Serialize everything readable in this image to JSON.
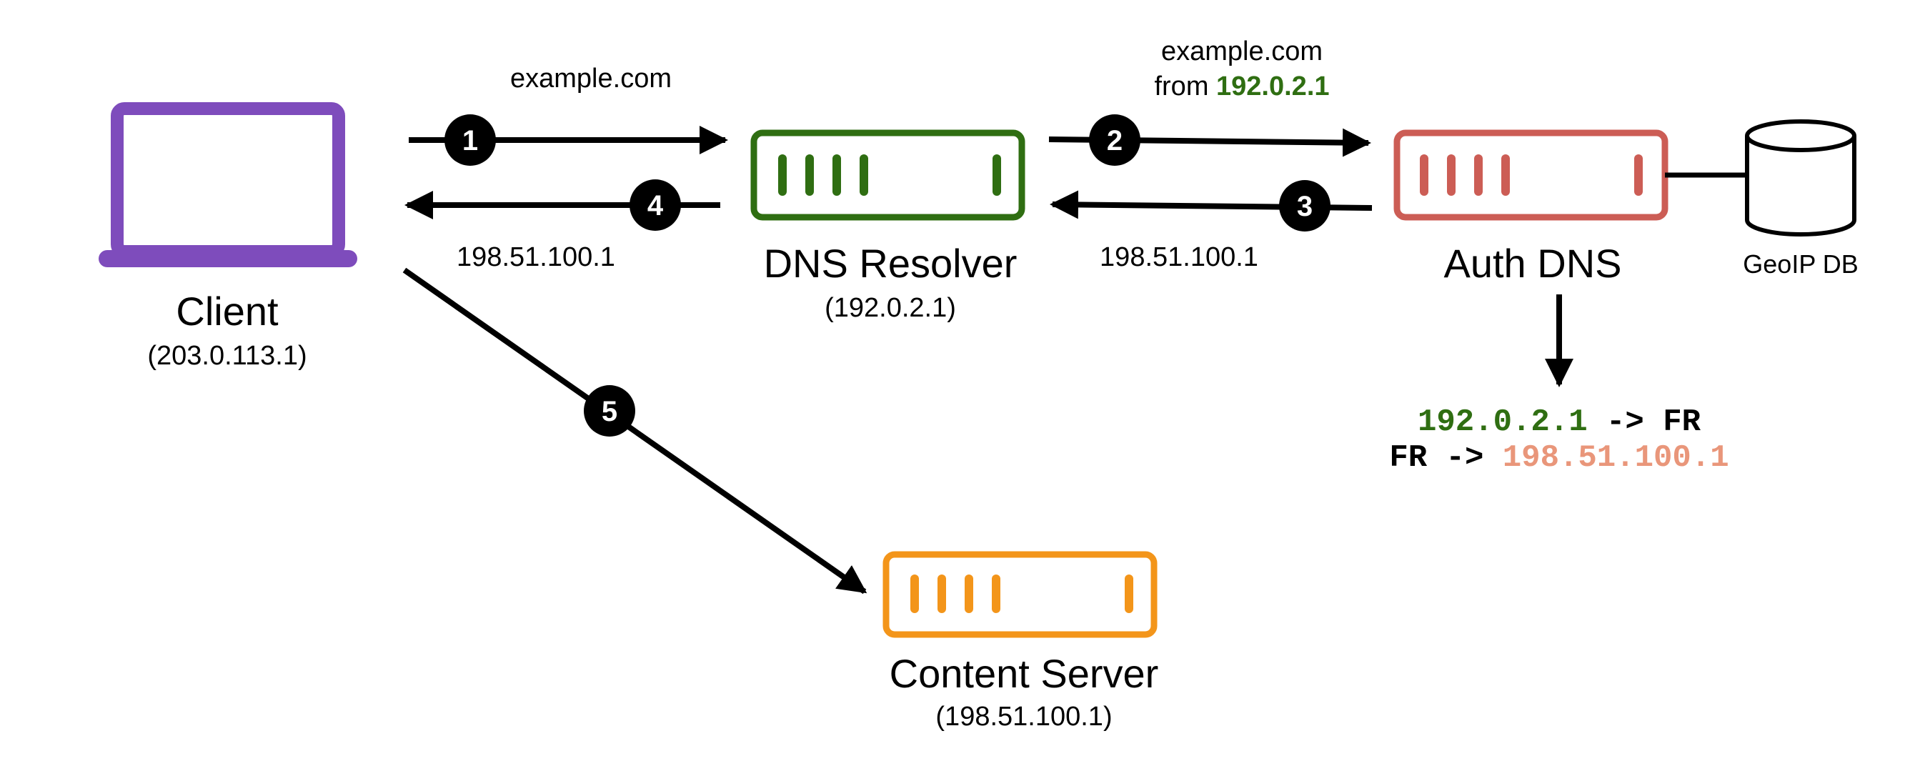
{
  "colors": {
    "client": "#7e4cbc",
    "resolver": "#2f6e12",
    "auth": "#cc5d55",
    "content": "#f3951a",
    "highlight_green": "#2f6e12",
    "highlight_salmon": "#e9967a",
    "line": "#000000"
  },
  "nodes": {
    "client": {
      "name": "Client",
      "ip": "(203.0.113.1)",
      "icon": "laptop-icon"
    },
    "resolver": {
      "name": "DNS Resolver",
      "ip": "(192.0.2.1)",
      "icon": "server-icon"
    },
    "auth": {
      "name": "Auth DNS",
      "icon": "server-icon"
    },
    "geoip": {
      "name": "GeoIP DB",
      "icon": "database-icon"
    },
    "content": {
      "name": "Content Server",
      "ip": "(198.51.100.1)",
      "icon": "server-icon"
    }
  },
  "steps": {
    "s1": {
      "num": "1",
      "label": "example.com"
    },
    "s2": {
      "num": "2",
      "label_line1": "example.com",
      "label_line2_prefix": "from ",
      "label_line2_ip": "192.0.2.1"
    },
    "s3": {
      "num": "3",
      "label": "198.51.100.1"
    },
    "s4": {
      "num": "4",
      "label": "198.51.100.1"
    },
    "s5": {
      "num": "5"
    }
  },
  "mapping": {
    "line1_ip": "192.0.2.1",
    "line1_arrow": " -> FR",
    "line2_prefix": "FR -> ",
    "line2_ip": "198.51.100.1"
  }
}
